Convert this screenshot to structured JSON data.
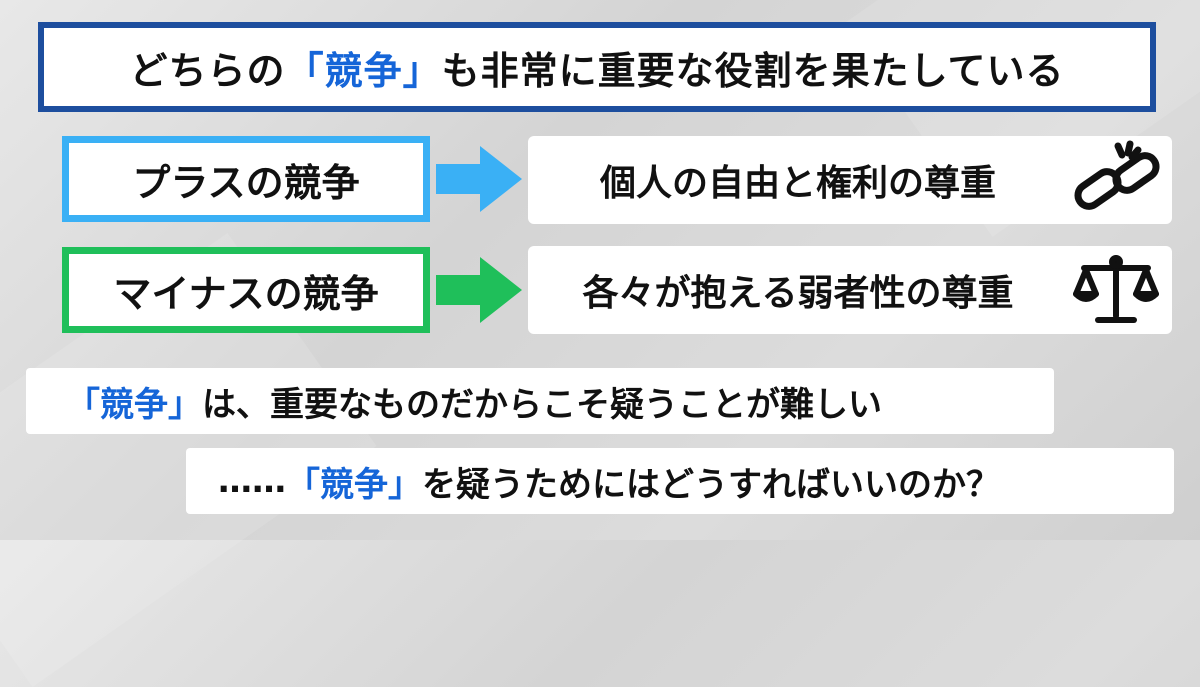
{
  "title": {
    "prefix": "どちらの",
    "highlight": "「競争」",
    "suffix": "も非常に重要な役割を果たしている"
  },
  "rows": [
    {
      "label": "プラスの競争",
      "result": "個人の自由と権利の尊重",
      "icon": "broken-chain-icon",
      "color": "#3ab0f5"
    },
    {
      "label": "マイナスの競争",
      "result": "各々が抱える弱者性の尊重",
      "icon": "scales-icon",
      "color": "#1fbf5a"
    }
  ],
  "statement1": {
    "highlight": "「競争」",
    "text": "は、重要なものだからこそ疑うことが難しい"
  },
  "statement2": {
    "prefix": "……",
    "highlight": "「競争」",
    "text": "を疑うためにはどうすればいいのか？"
  },
  "colors": {
    "frame": "#1d4e9e",
    "highlight_text": "#1565d8",
    "plus": "#3ab0f5",
    "minus": "#1fbf5a"
  }
}
